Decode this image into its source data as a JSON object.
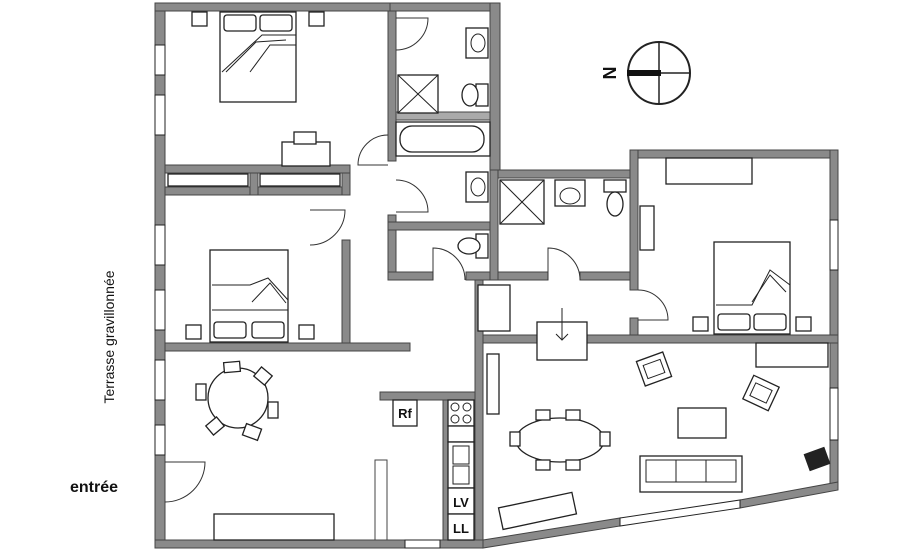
{
  "labels": {
    "terrace": "Terrasse gravillonnée",
    "entrance": "entrée",
    "fridge": "Rf",
    "dishwasher": "LV",
    "washing_machine": "LL",
    "north": "N"
  },
  "colors": {
    "wall": "#8a8a8a",
    "wall_outline": "#444444",
    "line": "#222222",
    "background": "#ffffff"
  },
  "icons": [
    "compass-north-icon",
    "bed-icon",
    "bathtub-icon",
    "shower-icon",
    "toilet-icon",
    "sink-icon",
    "dining-table-icon",
    "sofa-icon",
    "armchair-icon",
    "stove-icon",
    "telephone-icon"
  ]
}
